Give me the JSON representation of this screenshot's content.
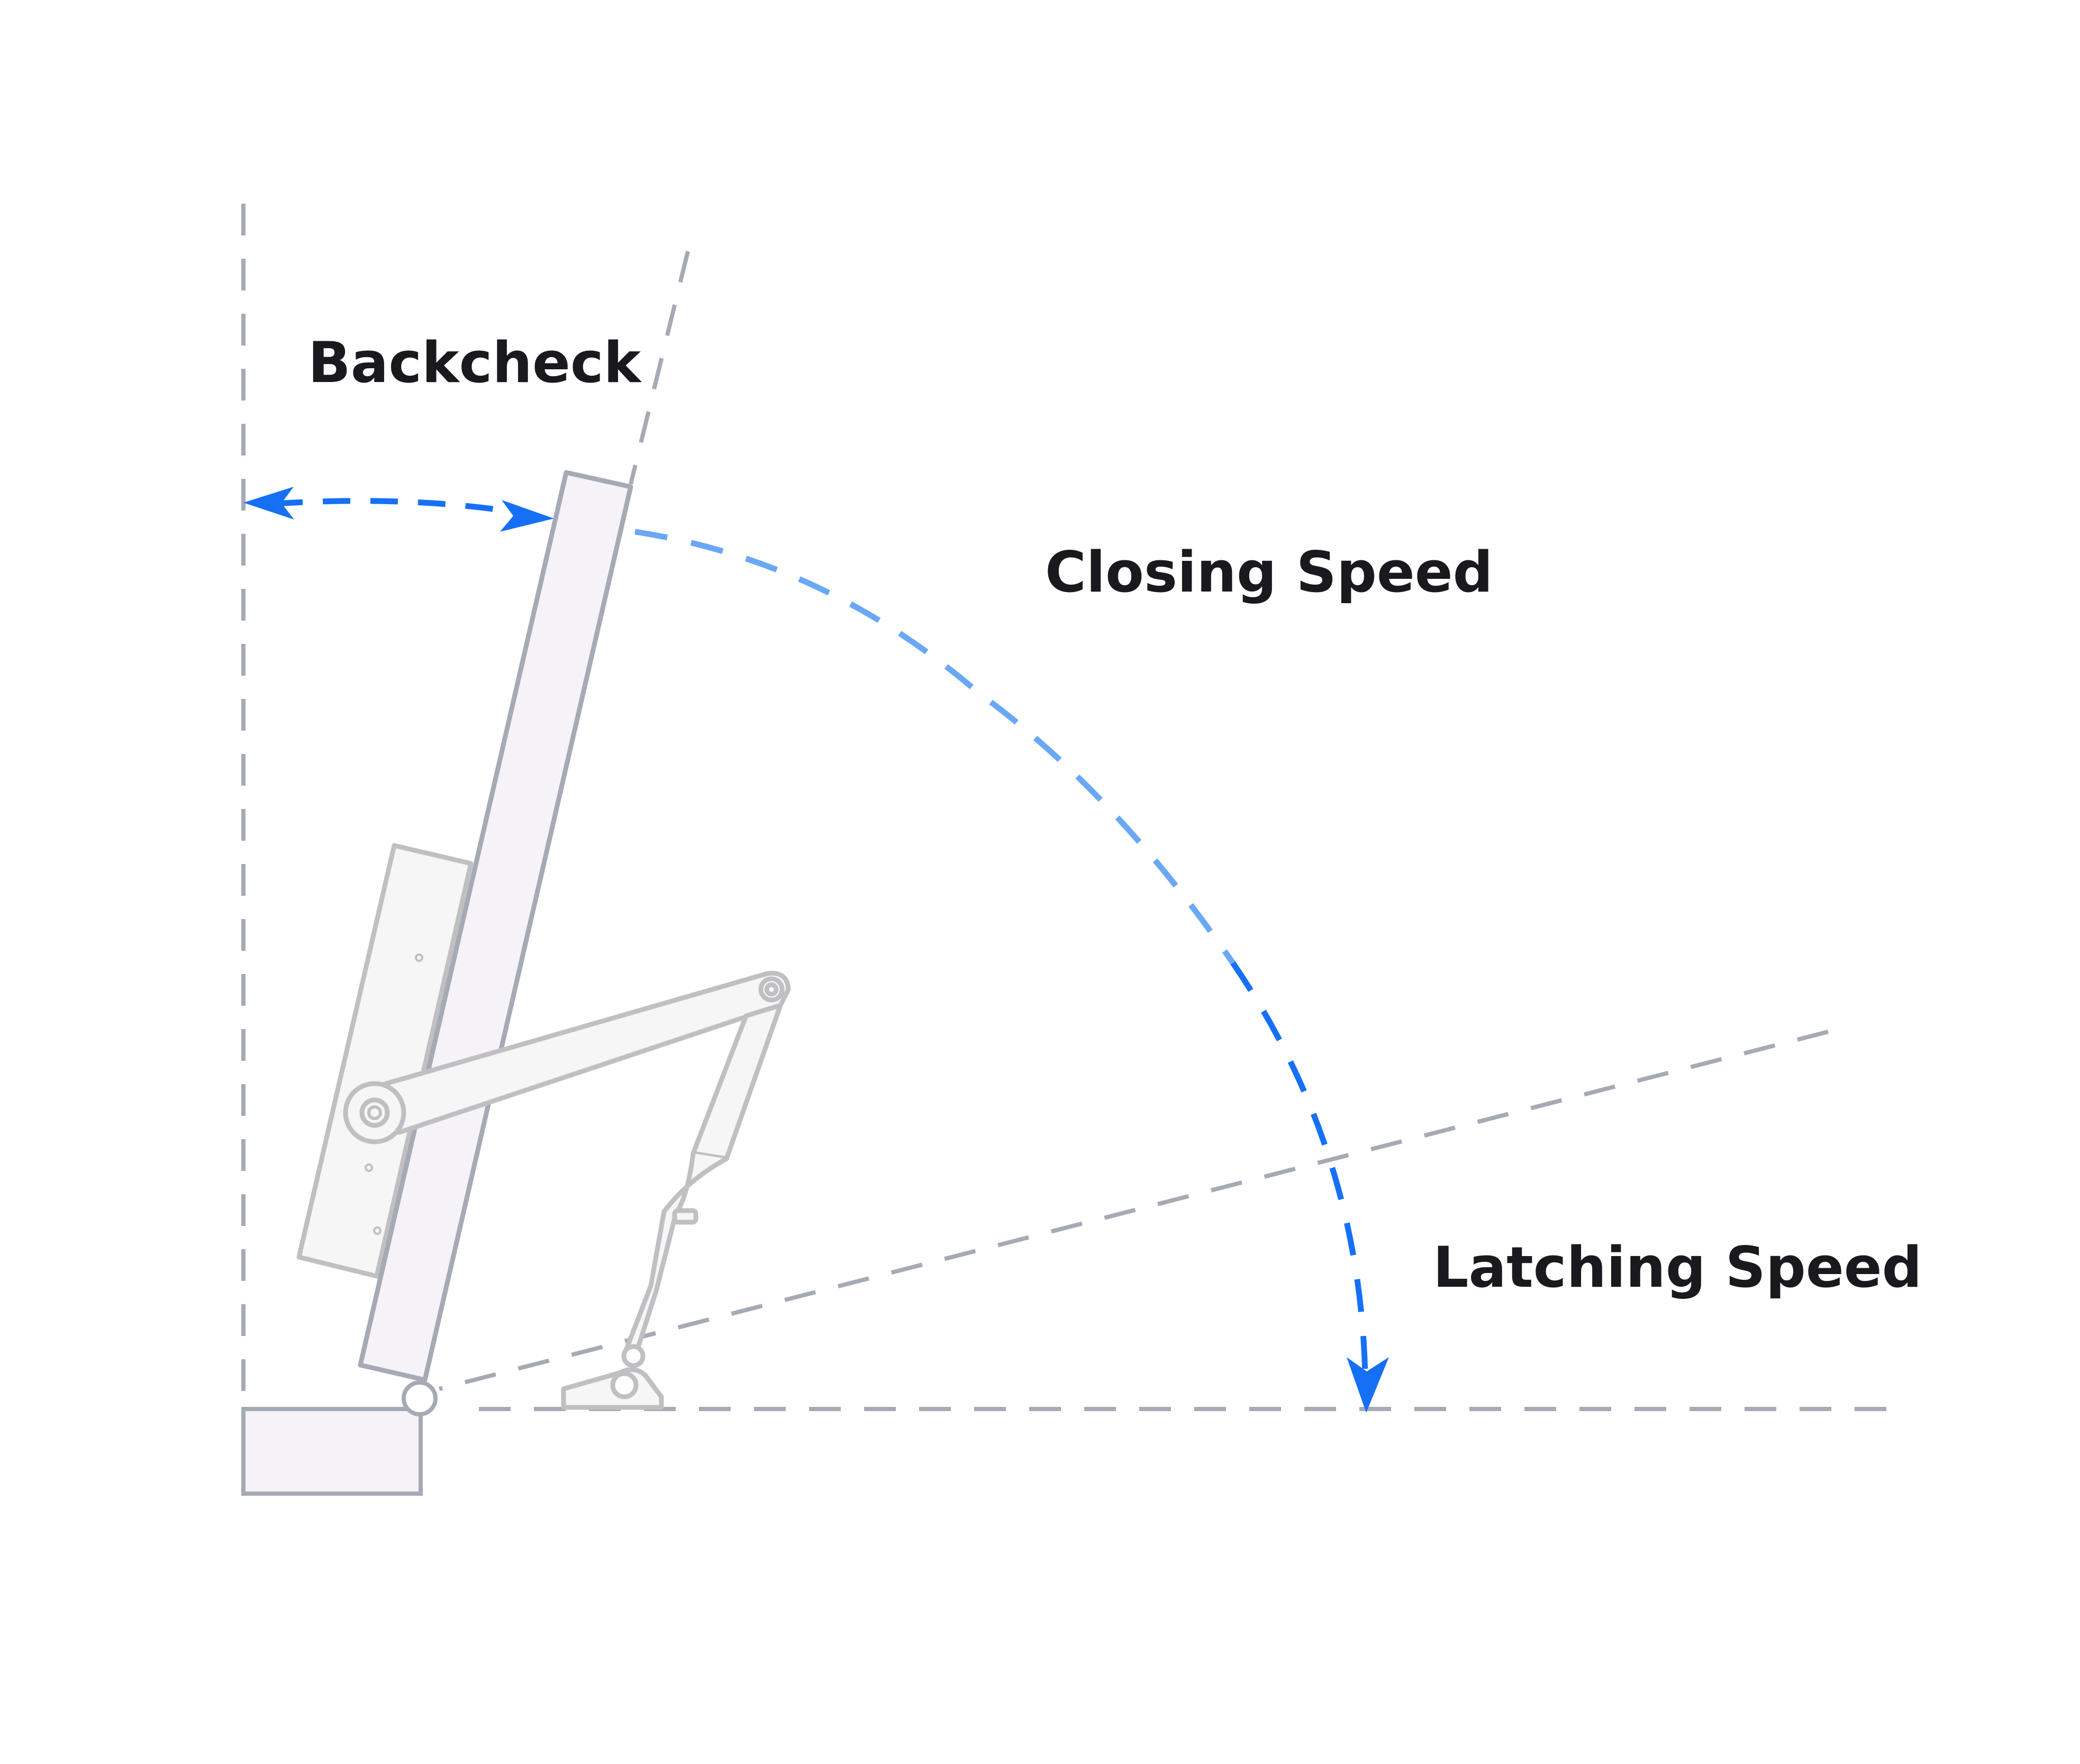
{
  "labels": {
    "backcheck": "Backcheck",
    "closing_speed": "Closing Speed",
    "latching_speed": "Latching Speed"
  },
  "colors": {
    "background": "#ffffff",
    "arrow_blue": "#1670f5",
    "arrow_light_blue": "#6aa8f5",
    "guide_gray": "#a6aab5",
    "door_fill": "#f5f3f8",
    "door_stroke": "#a6aab5",
    "closer_fill": "#f6f6f7",
    "closer_stroke": "#c0c0c2",
    "label_text": "#1a1a1e"
  }
}
